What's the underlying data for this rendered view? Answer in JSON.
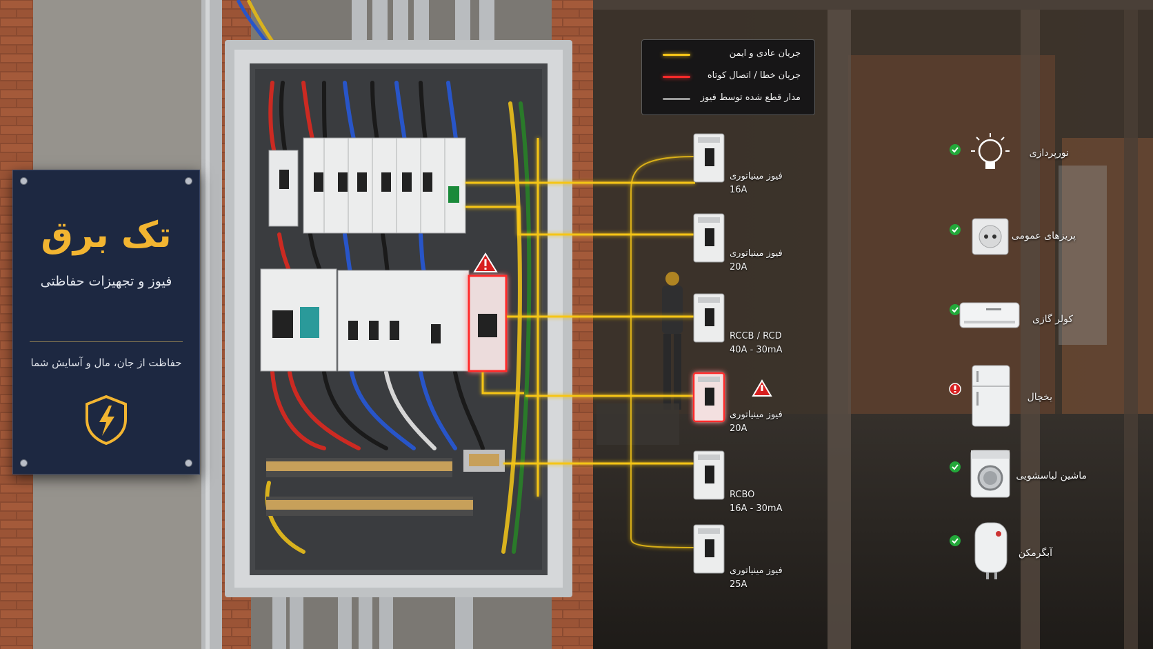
{
  "sign": {
    "title": "تک برق",
    "subtitle": "فیوز و تجهیزات حفاظتی",
    "tagline": "حفاظت از جان، مال و آسایش شما",
    "icon": "shield-lightning-icon"
  },
  "legend": {
    "items": [
      {
        "label": "جریان عادی و ایمن",
        "color": "#f5c518"
      },
      {
        "label": "جریان خطا / اتصال کوتاه",
        "color": "#ff2a2a"
      },
      {
        "label": "مدار قطع شده توسط فیوز",
        "color": "#9a9a9a"
      }
    ]
  },
  "colors": {
    "safe": "#f5c518",
    "fault": "#ff2a2a",
    "ok_check": "#2ecc40",
    "sign_bg": "#1d2841",
    "gold": "#f2b531"
  },
  "circuits": [
    {
      "breaker_line1": "فیوز مینیاتوری",
      "breaker_line2": "16A",
      "appliance": "نورپردازی",
      "icon": "light-bulb-icon",
      "status": "ok"
    },
    {
      "breaker_line1": "فیوز مینیاتوری",
      "breaker_line2": "20A",
      "appliance": "پریزهای عمومی",
      "icon": "wall-socket-icon",
      "status": "ok"
    },
    {
      "breaker_line1": "RCCB / RCD",
      "breaker_line2": "40A - 30mA",
      "appliance": "کولر گازی",
      "icon": "air-conditioner-icon",
      "status": "ok"
    },
    {
      "breaker_line1": "فیوز مینیاتوری",
      "breaker_line2": "20A",
      "appliance": "یخچال",
      "icon": "refrigerator-icon",
      "status": "fault"
    },
    {
      "breaker_line1": "RCBO",
      "breaker_line2": "16A - 30mA",
      "appliance": "ماشین لباسشویی",
      "icon": "washing-machine-icon",
      "status": "ok"
    },
    {
      "breaker_line1": "فیوز مینیاتوری",
      "breaker_line2": "25A",
      "appliance": "آبگرمکن",
      "icon": "water-heater-icon",
      "status": "ok"
    }
  ]
}
